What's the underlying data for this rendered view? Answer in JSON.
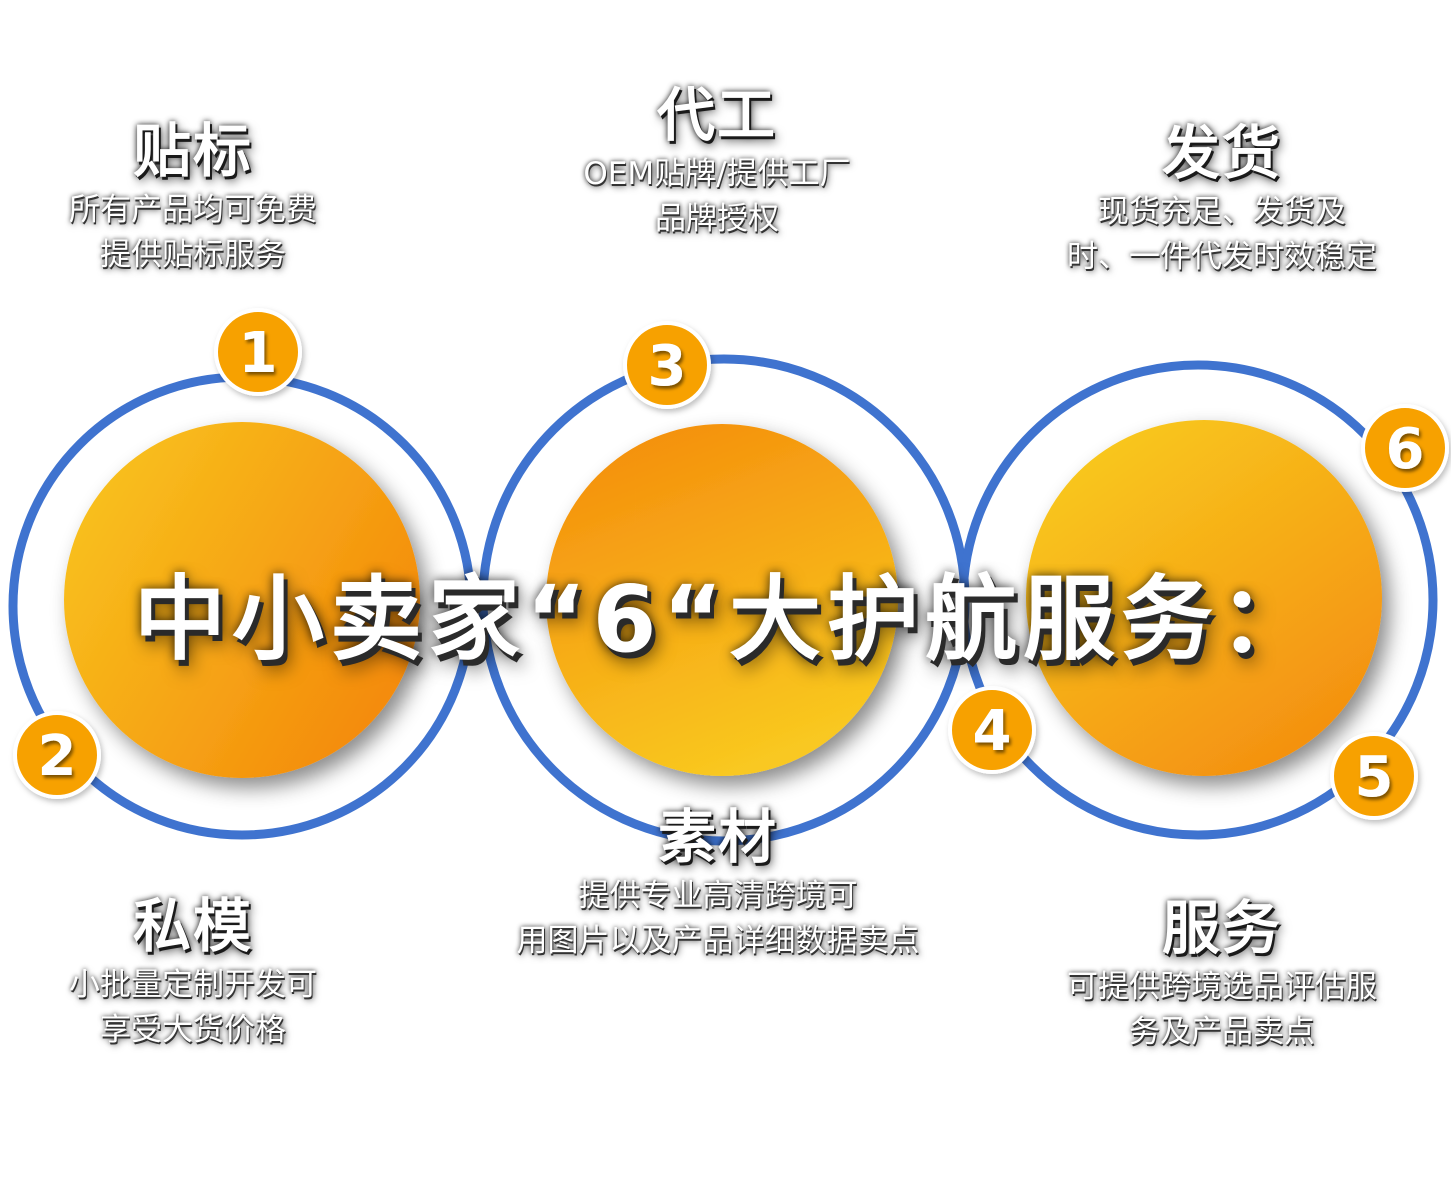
{
  "headline": "中小卖家“6“大护航服务：",
  "services": [
    {
      "number": "1",
      "title": "贴标",
      "desc_line1": "所有产品均可免费",
      "desc_line2": "提供贴标服务"
    },
    {
      "number": "2",
      "title": "私模",
      "desc_line1": "小批量定制开发可",
      "desc_line2": "享受大货价格"
    },
    {
      "number": "3",
      "title": "代工",
      "desc_line1": "OEM贴牌/提供工厂",
      "desc_line2": "品牌授权"
    },
    {
      "number": "4",
      "title": "素材",
      "desc_line1": "提供专业高清跨境可",
      "desc_line2": "用图片以及产品详细数据卖点"
    },
    {
      "number": "5",
      "title": "服务",
      "desc_line1": "可提供跨境选品评估服",
      "desc_line2": "务及产品卖点"
    },
    {
      "number": "6",
      "title": "发货",
      "desc_line1": "现货充足、发货及",
      "desc_line2": "时、一件代发时效稳定"
    }
  ],
  "colors": {
    "ring": "#3f73cf",
    "badge": "#f7a100",
    "orb_light": "#f9c81c",
    "orb_dark": "#f48f0c",
    "text": "#ffffff"
  }
}
